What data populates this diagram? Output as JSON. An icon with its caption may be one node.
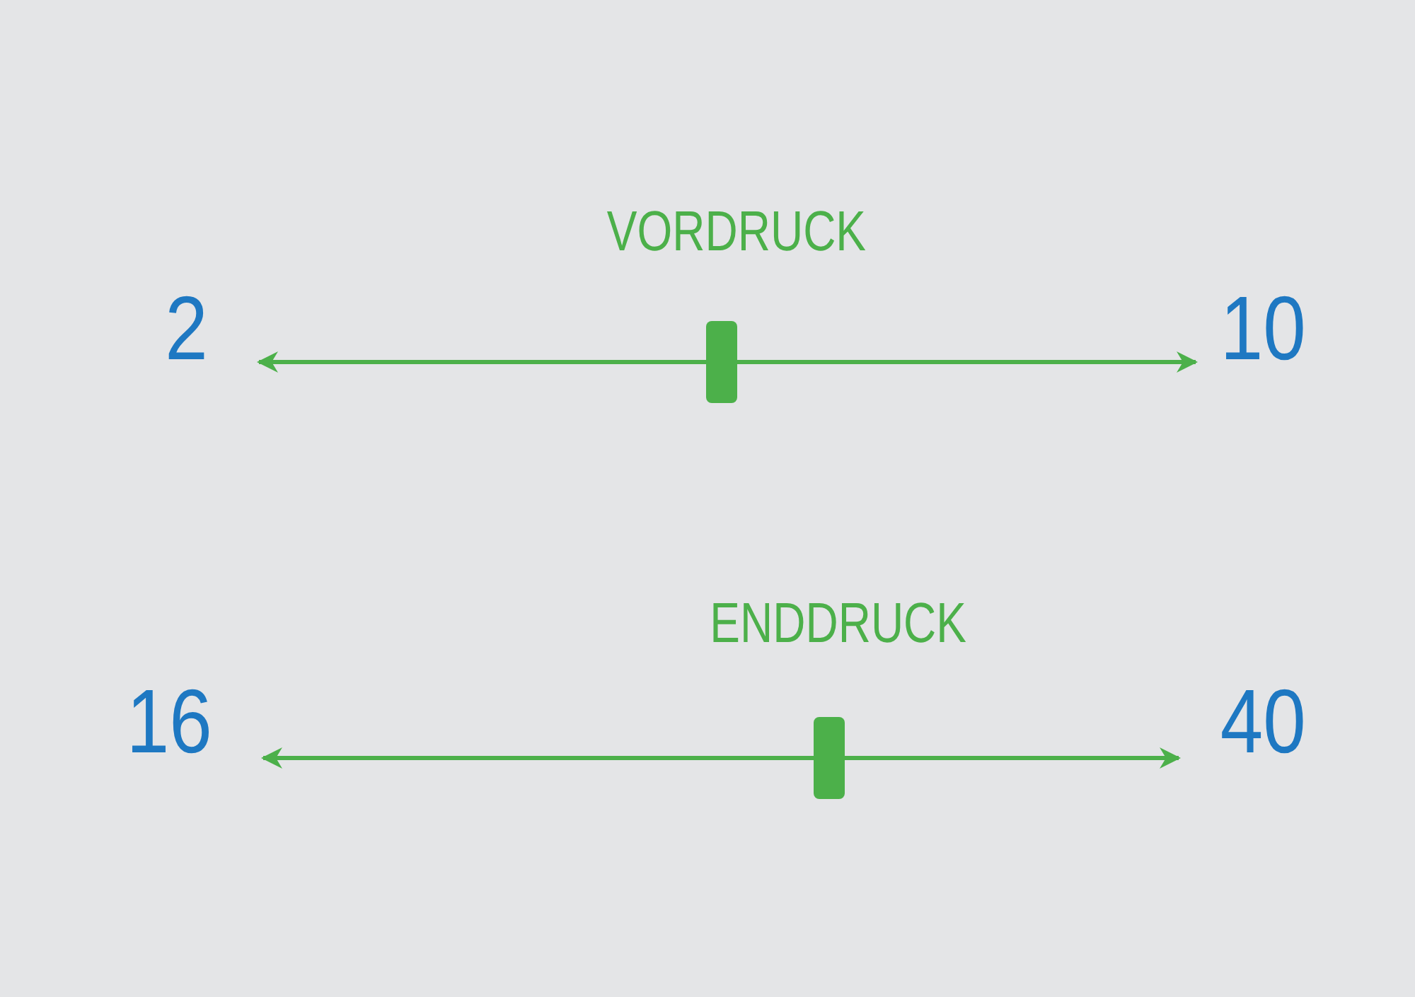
{
  "diagram": {
    "labels": [
      "VORDRUCK",
      "2",
      "10",
      "ENDDRUCK",
      "16",
      "40"
    ]
  }
}
